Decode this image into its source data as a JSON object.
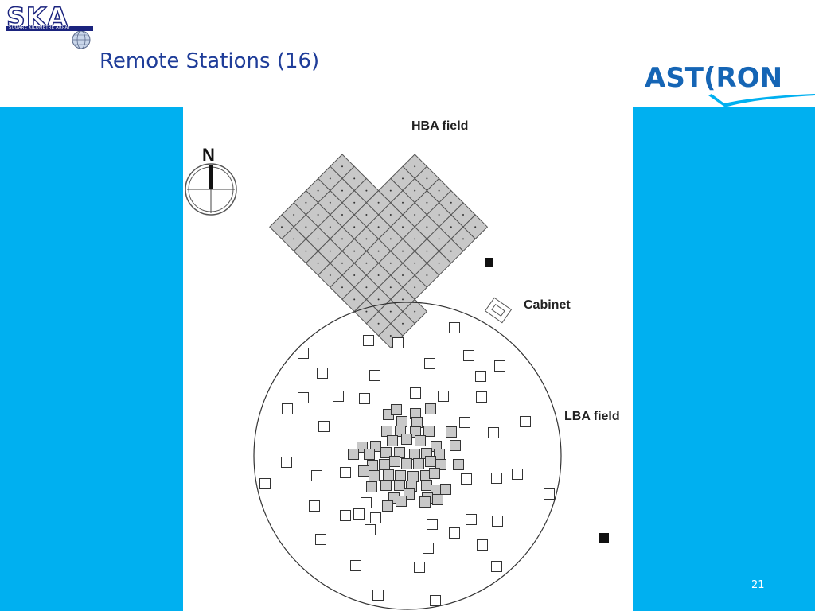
{
  "slide": {
    "title": "Remote Stations (16)",
    "page_number": "21"
  },
  "logos": {
    "ska": {
      "text": "SKA",
      "subtitle": "SQUARE KILOMETRE ARRAY"
    },
    "astron": {
      "text": "AST(RON"
    }
  },
  "colors": {
    "accent_blue": "#00b0f0",
    "title_blue": "#1f3d99",
    "astron_blue": "#1565b5",
    "hba_tile_fill": "#c8c8c8",
    "lba_inner_fill": "#c8c8c8"
  },
  "diagram": {
    "north_label": "N",
    "hba_label": "HBA field",
    "cabinet_label": "Cabinet",
    "lba_label": "LBA field"
  }
}
